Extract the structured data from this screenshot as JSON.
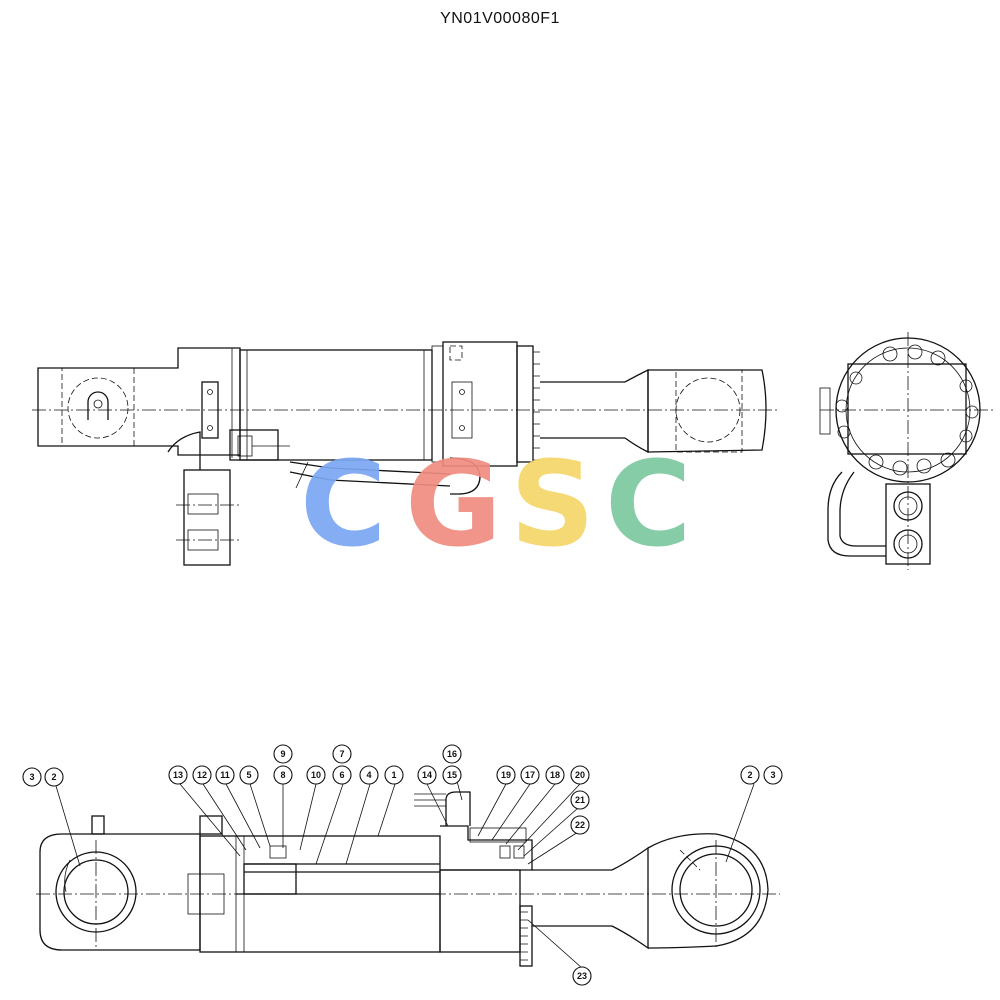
{
  "drawing": {
    "code": "YN01V00080F1"
  },
  "watermark": {
    "letters": [
      {
        "char": "C",
        "color": "#7aa7f2"
      },
      {
        "char": "G",
        "color": "#f08c80"
      },
      {
        "char": "S",
        "color": "#f5d66a"
      },
      {
        "char": "C",
        "color": "#7cc8a0"
      }
    ]
  },
  "callouts": [
    {
      "id": "c1",
      "label": "3"
    },
    {
      "id": "c2",
      "label": "2"
    },
    {
      "id": "c3",
      "label": "13"
    },
    {
      "id": "c4",
      "label": "12"
    },
    {
      "id": "c5",
      "label": "11"
    },
    {
      "id": "c6",
      "label": "5"
    },
    {
      "id": "c7",
      "label": "9"
    },
    {
      "id": "c8",
      "label": "8"
    },
    {
      "id": "c9",
      "label": "10"
    },
    {
      "id": "c10",
      "label": "7"
    },
    {
      "id": "c11",
      "label": "6"
    },
    {
      "id": "c12",
      "label": "4"
    },
    {
      "id": "c13",
      "label": "1"
    },
    {
      "id": "c14",
      "label": "16"
    },
    {
      "id": "c15",
      "label": "14"
    },
    {
      "id": "c16",
      "label": "15"
    },
    {
      "id": "c17",
      "label": "19"
    },
    {
      "id": "c18",
      "label": "17"
    },
    {
      "id": "c19",
      "label": "18"
    },
    {
      "id": "c20",
      "label": "20"
    },
    {
      "id": "c21",
      "label": "21"
    },
    {
      "id": "c22",
      "label": "22"
    },
    {
      "id": "c23",
      "label": "2"
    },
    {
      "id": "c24",
      "label": "3"
    },
    {
      "id": "c25",
      "label": "23"
    }
  ]
}
